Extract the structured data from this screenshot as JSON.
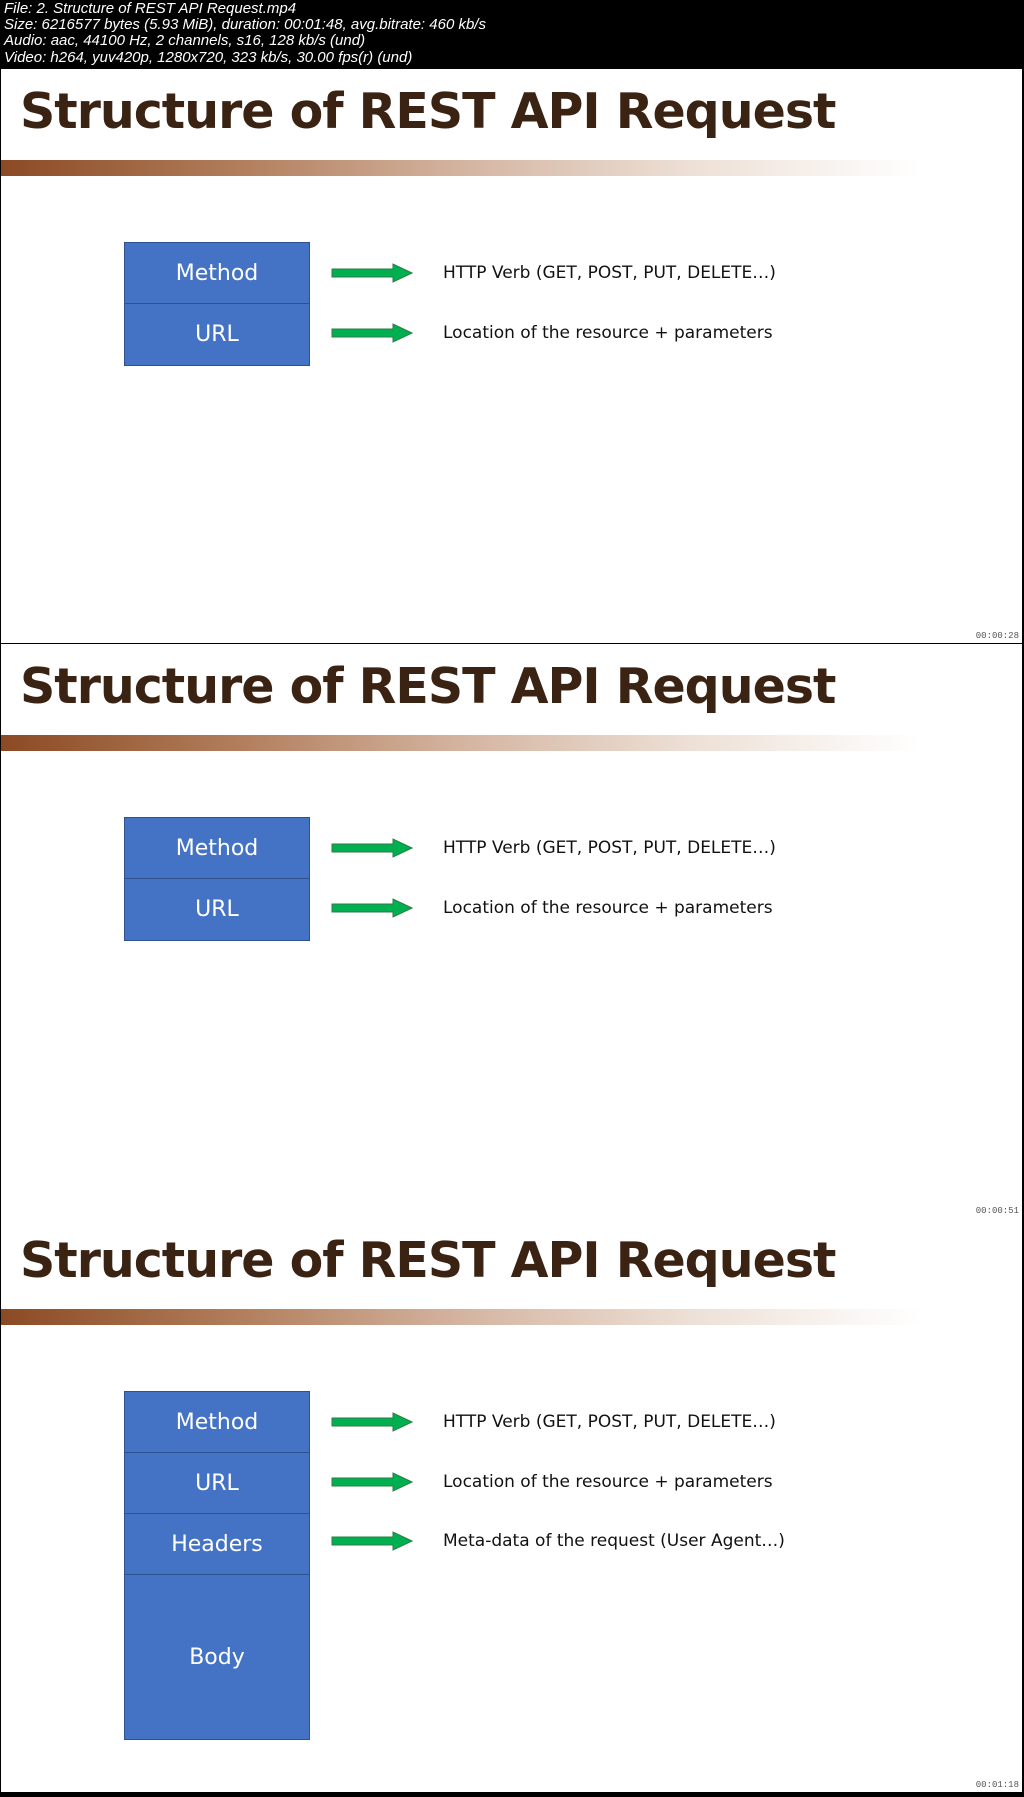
{
  "info": {
    "file": "File: 2. Structure of REST API Request.mp4",
    "size": "Size: 6216577 bytes (5.93 MiB), duration: 00:01:48, avg.bitrate: 460 kb/s",
    "audio": "Audio: aac, 44100 Hz, 2 channels, s16, 128 kb/s (und)",
    "video": "Video: h264, yuv420p, 1280x720, 323 kb/s, 30.00 fps(r) (und)"
  },
  "slide": {
    "title": "Structure of REST API Request",
    "blocks": {
      "method": "Method",
      "url": "URL",
      "headers": "Headers",
      "body": "Body"
    },
    "descriptions": {
      "method": "HTTP Verb (GET, POST, PUT, DELETE…)",
      "url": "Location of the resource + parameters",
      "headers": "Meta-data of the request (User Agent…)"
    }
  },
  "frames": [
    {
      "timestamp": "00:00:28"
    },
    {
      "timestamp": "00:00:51"
    },
    {
      "timestamp": "00:01:18"
    }
  ],
  "colors": {
    "block_fill": "#4472c4",
    "arrow_fill": "#00b050",
    "title_text": "#3b2314"
  }
}
